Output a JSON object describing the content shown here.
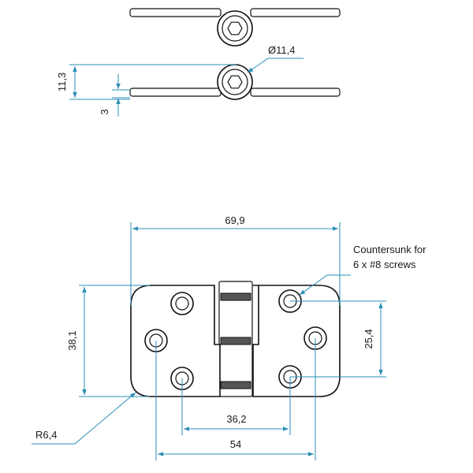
{
  "colors": {
    "dimension": "#2a8fb4",
    "outline": "#111111",
    "background": "#ffffff",
    "text": "#1a1a1a"
  },
  "side_view": {
    "pin_diameter": "Ø11,4",
    "total_height": "11,3",
    "leaf_thickness": "3"
  },
  "front_view": {
    "overall_width": "69,9",
    "height": "38,1",
    "hole_spacing_vertical": "25,4",
    "hole_spacing_inner": "36,2",
    "hole_spacing_outer": "54",
    "corner_radius": "R6,4",
    "note_line1": "Countersunk for",
    "note_line2": "6 x #8 screws"
  }
}
